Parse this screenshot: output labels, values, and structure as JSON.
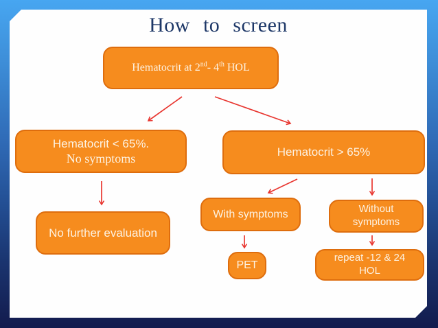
{
  "slide_title": "How  to  screen",
  "flowchart": {
    "screen_box": {
      "text_start": "Hematocrit at 2",
      "sup1": "nd",
      "text_mid": "- 4",
      "sup2": "th",
      "text_end": " HOL"
    },
    "low_hct_box": {
      "line1": "Hematocrit < 65%.",
      "line2": "No symptoms"
    },
    "high_hct_box": {
      "label": "Hematocrit > 65%"
    },
    "no_eval_box": {
      "label": "No further evaluation"
    },
    "with_symptoms_box": {
      "label": "With symptoms"
    },
    "without_symptoms_box": {
      "line1": "Without",
      "line2": "symptoms"
    },
    "pet_box": {
      "label": "PET"
    },
    "repeat_box": {
      "line1": "repeat -12 & 24",
      "line2": "HOL"
    },
    "edges": [
      {
        "from": "screen",
        "to": "low_hct"
      },
      {
        "from": "screen",
        "to": "high_hct"
      },
      {
        "from": "low_hct",
        "to": "no_eval"
      },
      {
        "from": "high_hct",
        "to": "with_symptoms"
      },
      {
        "from": "high_hct",
        "to": "without_symptoms"
      },
      {
        "from": "with_symptoms",
        "to": "pet"
      },
      {
        "from": "without_symptoms",
        "to": "repeat"
      }
    ]
  },
  "colors": {
    "background_top": "#47A6F1",
    "background_bottom": "#131B4D",
    "panel": "#FEFEFE",
    "box_fill": "#F68C1E",
    "box_border": "#DE6D0D",
    "box_text": "#FDF2E2",
    "title_text": "#1D3767",
    "arrow": "#E8352F"
  }
}
